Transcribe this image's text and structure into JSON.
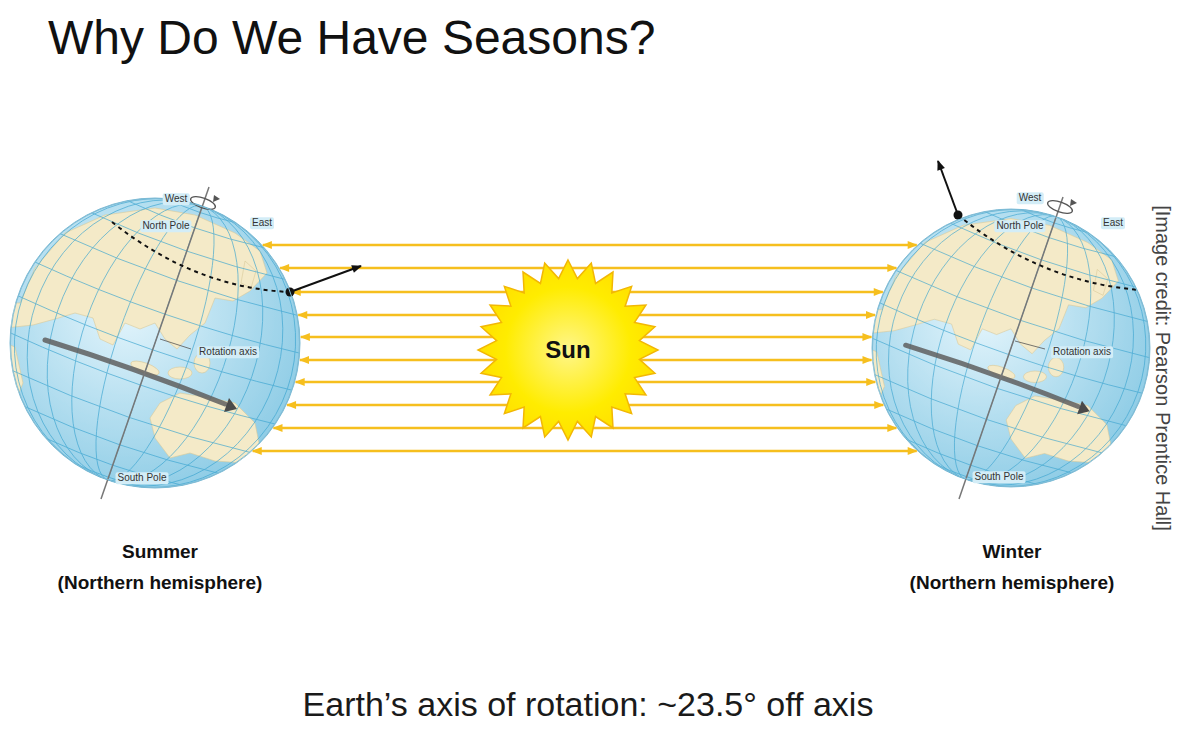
{
  "diagram": {
    "title": "Why Do We Have Seasons?",
    "caption": "Earth’s axis of rotation: ~23.5° off axis",
    "nodes": [
      {
        "text": [
          "West",
          "North Pole",
          "East",
          "Rotation axis",
          "South Pole",
          "Summer",
          "(Northern hemisphere)"
        ]
      },
      {
        "text": [
          "Sun"
        ]
      },
      {
        "text": [
          "West",
          "North Pole",
          "East",
          "Rotation axis",
          "South Pole",
          "Winter",
          "(Northern hemisphere)"
        ]
      }
    ],
    "edges": [
      {
        "from": 1,
        "to": 0,
        "arrow": "to"
      },
      {
        "from": 1,
        "to": 2,
        "arrow": "to"
      }
    ],
    "labels": [
      "[Image credit: Pearson Prentice Hall]"
    ]
  }
}
